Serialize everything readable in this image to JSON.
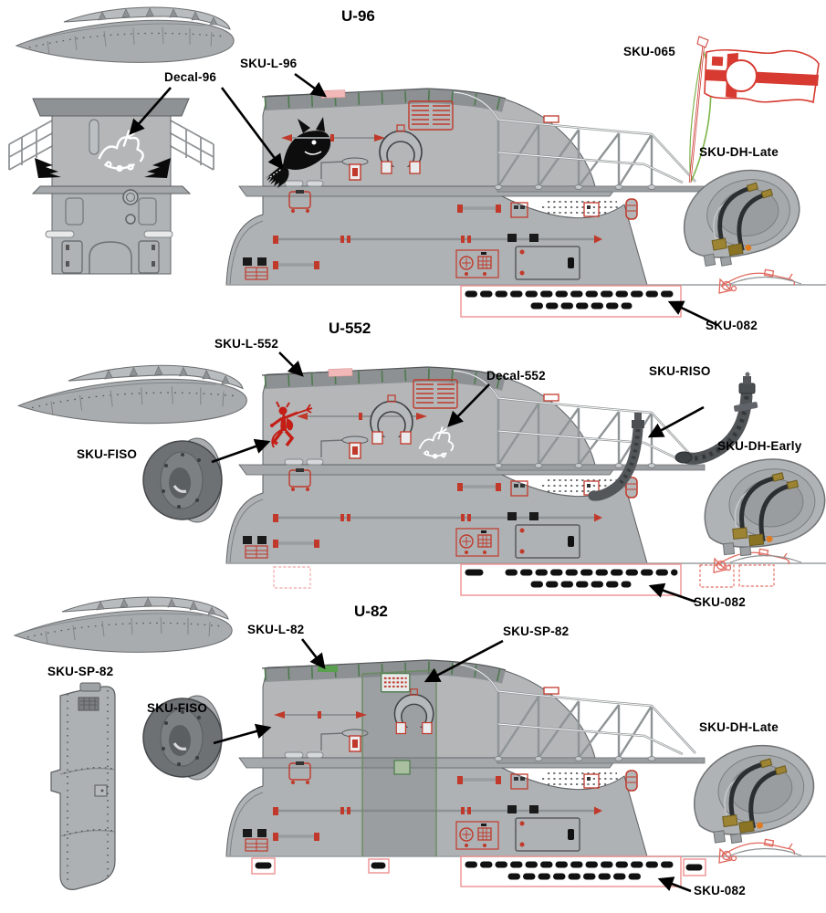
{
  "diagram": {
    "sections": [
      {
        "title": "U-96",
        "labels": {
          "decal": "Decal-96",
          "tower_top": "SKU-L-96",
          "flag": "SKU-065",
          "hatch": "SKU-DH-Late",
          "flood_holes": "SKU-082"
        }
      },
      {
        "title": "U-552",
        "labels": {
          "tower_top": "SKU-L-552",
          "decal": "Decal-552",
          "periscope": "SKU-RISO",
          "drum": "SKU-FISO",
          "hatch": "SKU-DH-Early",
          "flood_holes": "SKU-082"
        }
      },
      {
        "title": "U-82",
        "labels": {
          "tower_top": "SKU-L-82",
          "side_panel_top": "SKU-SP-82",
          "side_panel_left": "SKU-SP-82",
          "drum": "SKU-FISO",
          "hatch": "SKU-DH-Late",
          "flood_holes": "SKU-082"
        }
      }
    ],
    "colors": {
      "hull_gray": "#b4b6b8",
      "deck_gray": "#8d9193",
      "detail_red": "#c0392b",
      "flag_red": "#d63a30",
      "deck_green": "#4d7a4d",
      "strip_outline_pink": "#f09090",
      "label_black": "#000000"
    }
  }
}
